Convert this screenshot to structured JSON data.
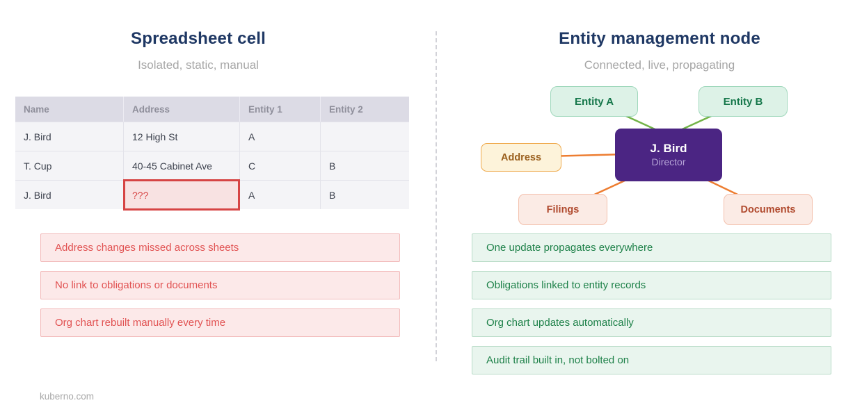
{
  "page": {
    "footer": "kuberno.com"
  },
  "left_panel": {
    "title": "Spreadsheet cell",
    "subtitle": "Isolated, static, manual",
    "table": {
      "headers": [
        "Name",
        "Address",
        "Entity 1",
        "Entity 2"
      ],
      "rows": [
        [
          "J. Bird",
          "12 High St",
          "A",
          ""
        ],
        [
          "T. Cup",
          "40-45 Cabinet Ave",
          "C",
          "B"
        ],
        [
          "J. Bird",
          "???",
          "A",
          "B"
        ]
      ],
      "flagged_cell": {
        "row_index": 2,
        "column": "Address",
        "value": "???"
      }
    },
    "issues": [
      "Address changes missed across sheets",
      "No link to obligations or documents",
      "Org chart rebuilt manually every time"
    ]
  },
  "right_panel": {
    "title": "Entity management node",
    "subtitle": "Connected, live, propagating",
    "diagram": {
      "entity_a": "Entity A",
      "entity_b": "Entity B",
      "node_name": "J. Bird",
      "node_role": "Director",
      "satellite_address": "Address",
      "satellite_filings": "Filings",
      "satellite_documents": "Documents"
    },
    "benefits": [
      "One update propagates everywhere",
      "Obligations linked to entity records",
      "Org chart updates automatically",
      "Audit trail built in, not bolted on"
    ]
  },
  "colors": {
    "title_navy": "#1f3864",
    "subtitle_gray": "#a6a6a6",
    "negative_red": "#e15252",
    "positive_green": "#1e8149",
    "node_purple": "#4b2583",
    "entity_green": "#15774a",
    "address_amber": "#9a5f1d",
    "satellite_rust": "#b04a2e",
    "connector_green": "#72b347",
    "connector_orange": "#ed7d31",
    "flag_red": "#d64444"
  }
}
